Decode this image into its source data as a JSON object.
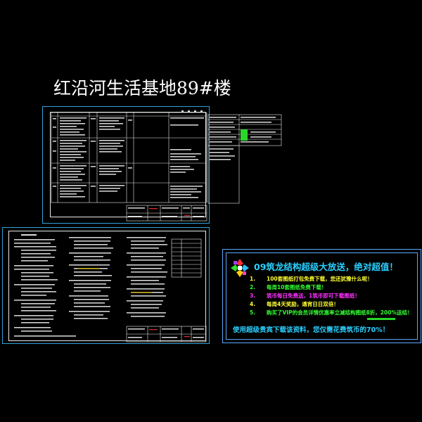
{
  "drawing": {
    "title": "红沿河生活基地89#楼"
  },
  "promo": {
    "heading": "09筑龙结构超级大放送，绝对超值！",
    "items": [
      {
        "num": "1.",
        "text": "100套图纸打包免费下载，您还犹豫什么呢！",
        "color": "#ffff33"
      },
      {
        "num": "2.",
        "text": "每周10套图纸免费下载！",
        "color": "#33ff33"
      },
      {
        "num": "3.",
        "text": "筑币每日免费送，1筑币即可下载图纸！",
        "color": "#ff33ff"
      },
      {
        "num": "4.",
        "text": "每周4天奖励，通宵日日双倍！",
        "color": "#ffff33"
      },
      {
        "num": "5.",
        "text": "购买了VIP的会员详情优惠率立减结构图纸8折，200%送结！",
        "color": "#33ff33"
      }
    ],
    "footer": "使用超级贵宾下载该资料，您仅需花费筑币的70%！",
    "colors": {
      "frame": "#5aa8ff",
      "heading": "#2ad0ff"
    }
  },
  "colors": {
    "sheet_border": "#2ea3d8",
    "inner_border": "#e8e8e8"
  }
}
